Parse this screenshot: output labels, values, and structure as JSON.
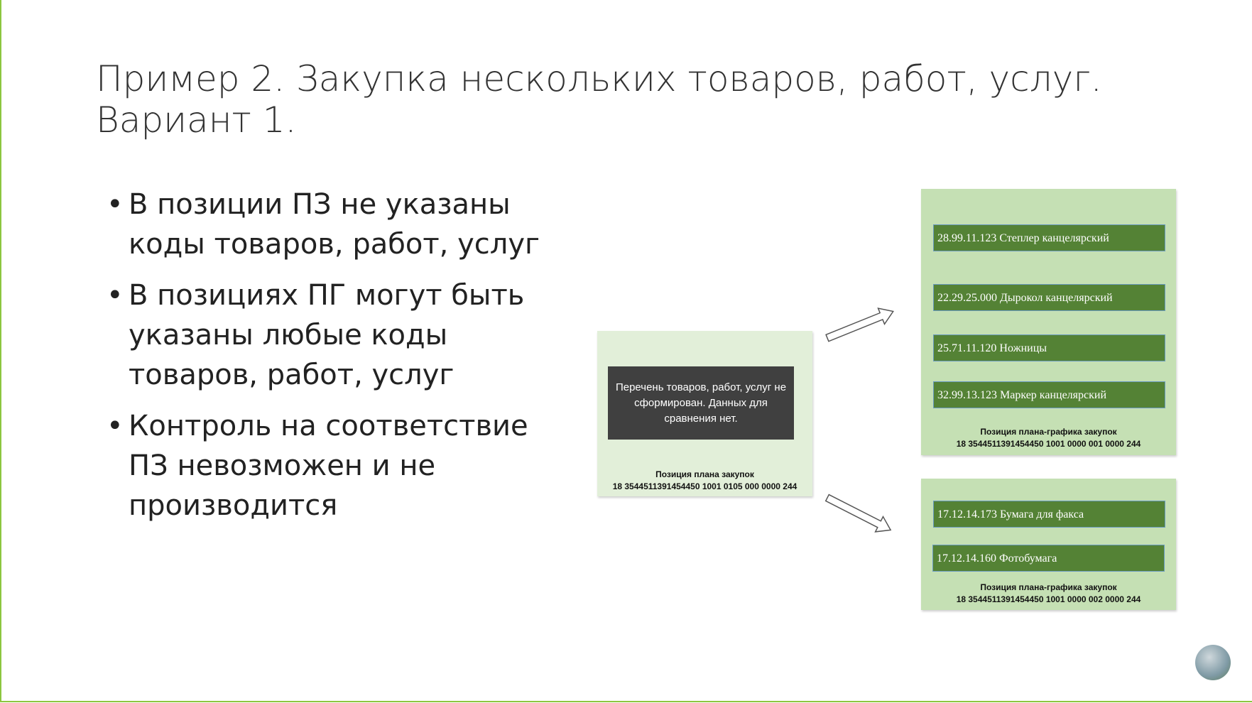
{
  "title": {
    "line1": "Пример 2. Закупка нескольких товаров, работ, услуг.",
    "line2": "Вариант 1."
  },
  "bullets": [
    "В позиции ПЗ не указаны коды товаров, работ, услуг",
    "В позициях ПГ могут быть указаны любые коды товаров, работ, услуг",
    "Контроль на соответствие ПЗ невозможен и не производится"
  ],
  "plan": {
    "message": "Перечень товаров, работ, услуг не сформирован. Данных для сравнения нет.",
    "caption": "Позиция плана закупок",
    "code": "18 3544511391454450 1001 0105 000 0000 244"
  },
  "schedule1": {
    "items": [
      "28.99.11.123 Степлер канцелярский",
      "22.29.25.000 Дырокол канцелярский",
      "25.71.11.120 Ножницы",
      "32.99.13.123 Маркер канцелярский"
    ],
    "caption": "Позиция плана-графика закупок",
    "code": "18 3544511391454450 1001 0000 001 0000 244"
  },
  "schedule2": {
    "items": [
      "17.12.14.173 Бумага для факса",
      "17.12.14.160 Фотобумага"
    ],
    "caption": "Позиция плана-графика закупок",
    "code": "18 3544511391454450 1001 0000 002 0000 244"
  }
}
